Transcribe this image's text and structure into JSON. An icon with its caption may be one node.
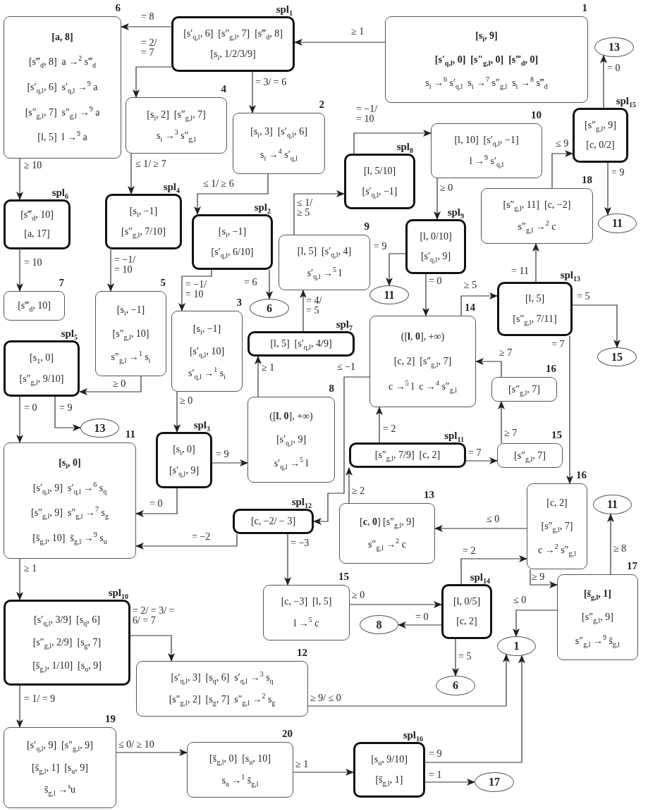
{
  "diagram": {
    "nodes": [
      {
        "text": [
          "6",
          "[a, 8]",
          "[s‴$_{d}$, 8]  a →$^{2}$ s‴$_{d}$",
          "[s′$_{q,l}$, 6]  s′$_{q,l}$ →$^{9}$ a",
          "[s″$_{g,l}$, 7]  s″$_{g,l}$ →$^{9}$ a",
          "[l, 5]  l →$^{9}$ a"
        ]
      },
      {
        "text": [
          "spl$_{1}$",
          "[s′$_{q,l}$, 6]  [s″$_{g,l}$, 7]  [s‴$_{d}$, 8]",
          "[s$_{i}$, 1/2/3/9]"
        ]
      },
      {
        "text": [
          "1",
          "[s$_{i}$, 9]",
          "[s′$_{q,l}$, 0]  [s″$_{g,l}$, 0]  [s‴$_{d}$, 0]",
          "s$_{i}$ →$^{6}$ s′$_{q,l}$  s$_{i}$ →$^{7}$ s″$_{g,l}$  s$_{i}$ →$^{8}$ s‴$_{d}$"
        ]
      },
      {
        "text": [
          "4",
          "[s$_{i}$, 2]  [s″$_{g,l}$, 7]",
          "s$_{i}$ →$^{3}$ s″$_{g,l}$"
        ]
      },
      {
        "text": [
          "2",
          "[s$_{i}$, 3]  [s′$_{q,l}$, 6]",
          "s$_{i}$ →$^{4}$ s′$_{q,l}$"
        ]
      },
      {
        "text": [
          "13"
        ]
      },
      {
        "text": [
          "spl$_{15}$",
          "[s″$_{g,l}$, 9]",
          "[c, 0/2]"
        ]
      },
      {
        "text": [
          "10",
          "[l, 10]  [s′$_{q,l}$, −1]",
          "l →$^{9}$ s′$_{q,l}$"
        ]
      },
      {
        "text": [
          "spl$_{8}$",
          "[l, 5/10]",
          "[s′$_{q,l}$, −1]"
        ]
      },
      {
        "text": [
          "18",
          "[s″$_{g,l}$, 11]  [c, −2]",
          "s″$_{g,l}$ →$^{2}$ c"
        ]
      },
      {
        "text": [
          "11"
        ]
      },
      {
        "text": [
          "spl$_{6}$",
          "[s‴$_{d}$, 10]",
          "[a, 17]"
        ]
      },
      {
        "text": [
          "spl$_{4}$",
          "[s$_{i}$, −1]",
          "[s″$_{g,l}$, 7/10]"
        ]
      },
      {
        "text": [
          "spl$_{2}$",
          "[s$_{i}$, −1]",
          "[s′$_{q,l}$, 6/10]"
        ]
      },
      {
        "text": [
          "9",
          "[l, 5]  [s′$_{q,l}$, 4]",
          "s′$_{q,l}$ →$^{5}$ l"
        ]
      },
      {
        "text": [
          "spl$_{9}$",
          "[l, 0/10]",
          "[s′$_{q,l}$, 9]"
        ]
      },
      {
        "text": [
          "11"
        ]
      },
      {
        "text": [
          "spl$_{13}$",
          "[l, 5]",
          "[s″$_{g,l}$, 7/11]"
        ]
      },
      {
        "text": [
          "15"
        ]
      },
      {
        "text": [
          "7",
          "[s‴$_{d}$, 10]"
        ]
      },
      {
        "text": [
          "5",
          "[s$_{i}$, −1]",
          "[s″$_{g,l}$, 10]",
          "s″$_{g,l}$ →$^{1}$ s$_{i}$"
        ]
      },
      {
        "text": [
          "3",
          "[s$_{i}$, −1]",
          "[s′$_{q,l}$, 10]",
          "s′$_{q,l}$ →$^{1}$ s$_{i}$"
        ]
      },
      {
        "text": [
          "6"
        ]
      },
      {
        "text": [
          "spl$_{7}$",
          "[l, 5]  [s′$_{q,l}$, 4/9]"
        ]
      },
      {
        "text": [
          "14",
          "([**l**, **0**], +∞)",
          "[c, 2]  [s″$_{g,l}$, 7]",
          "c →$^{5}$ l  c →$^{4}$ s″$_{g,l}$"
        ]
      },
      {
        "text": [
          "16",
          "[s″$_{g,l}$, 7]"
        ]
      },
      {
        "text": [
          "spl$_{5}$",
          "[s$_{1}$, 0]",
          "[s″$_{g,l}$, 9/10]"
        ]
      },
      {
        "text": [
          "13"
        ]
      },
      {
        "text": [
          "8",
          "([**l**, **0**], +∞)",
          "[s′$_{q,l}$, 9]",
          "s′$_{q,l}$ →$^{5}$ l"
        ]
      },
      {
        "text": [
          "spl$_{3}$",
          "[s$_{i}$, 0]",
          "[s′$_{q,l}$, 9]"
        ]
      },
      {
        "text": [
          "spl$_{11}$",
          "[s″$_{g,l}$, 7/9]  [c, 2]"
        ]
      },
      {
        "text": [
          "15",
          "[s″$_{g,l}$, 7]"
        ]
      },
      {
        "text": [
          "11",
          "[s$_{i}$, 0]",
          "[s′$_{q,l}$, 9]  s′$_{q,l}$ →$^{6}$ s$_{q}$",
          "[s″$_{g,l}$, 9]  s″$_{g,l}$ →$^{7}$ s$_{g}$",
          "[s̄$_{g,l}$, 10]  s̄$_{g,l}$ →$^{9}$ s$_{u}$"
        ]
      },
      {
        "text": [
          "spl$_{12}$",
          "[c, −2/ − 3]"
        ]
      },
      {
        "text": [
          "13",
          "[**c**, **0**] [s″$_{g,l}$, 9]",
          "s″$_{g,l}$ →$^{2}$ c"
        ]
      },
      {
        "text": [
          "16",
          "[c, 2]",
          "[s″$_{g,l}$, 7]",
          "c →$^{2}$ s″$_{g,l}$"
        ]
      },
      {
        "text": [
          "11"
        ]
      },
      {
        "text": [
          "17",
          "[s̄$_{g,l}$, 1]",
          "[s″$_{g,l}$, 9]",
          "s″$_{g,l}$ →$^{9}$ s̄$_{g,l}$"
        ]
      },
      {
        "text": [
          "spl$_{10}$",
          "[s′$_{q,l}$, 3/9]  [s$_{q}$, 6]",
          "[s″$_{g,l}$, 2/9]  [s$_{g}$, 7]",
          "[s̄$_{g,l}$, 1/10]  [s$_{u}$, 9]"
        ]
      },
      {
        "text": [
          "15",
          "[c, −3]  [l, 5]",
          "l →$^{5}$ c"
        ]
      },
      {
        "text": [
          "spl$_{14}$",
          "[l, 0/5]",
          "[c, 2]"
        ]
      },
      {
        "text": [
          "8"
        ]
      },
      {
        "text": [
          "1"
        ]
      },
      {
        "text": [
          "6"
        ]
      },
      {
        "text": [
          "12",
          "[s′$_{q,l}$, 3]  [s$_{q}$, 6]  s′$_{q,l}$ →$^{3}$ s$_{q}$",
          "[s″$_{g,l}$, 2]  [s$_{g}$, 7]  s″$_{g,l}$ →$^{2}$ s$_{g}$"
        ]
      },
      {
        "text": [
          "19",
          "[s′$_{q,l}$, 9]  [s″$_{g,l}$, 9]",
          "[s̄$_{g,l}$, 1]  [s$_{u}$, 9]",
          "s̄$_{g,l}$ →$^{s}$u"
        ]
      },
      {
        "text": [
          "20",
          "[s̄$_{g,l}$, 0]  [s$_{u}$, 10]",
          "s$_{u}$ →$^{1}$ s̄$_{g,l}$"
        ]
      },
      {
        "text": [
          "spl$_{16}$",
          "[s$_{u}$, 9/10]",
          "[s̄$_{g,l}$, 1]"
        ]
      },
      {
        "text": [
          "17"
        ]
      }
    ],
    "edges": [
      {
        "from": 1,
        "to": 0,
        "arrow": "to",
        "label": "= 8"
      },
      {
        "from": 2,
        "to": 1,
        "arrow": "to",
        "label": "≥ 1"
      },
      {
        "from": 1,
        "to": 3,
        "arrow": "to",
        "label": "= 2/ = 7"
      },
      {
        "from": 1,
        "to": 4,
        "arrow": "to",
        "label": "= 3/ = 6"
      },
      {
        "from": 0,
        "to": 11,
        "arrow": "to",
        "label": "≥ 10"
      },
      {
        "from": 3,
        "to": 12,
        "arrow": "to",
        "label": "≤ 1/ ≥ 7"
      },
      {
        "from": 4,
        "to": 13,
        "arrow": "to",
        "label": "≤ 1/ ≥ 6"
      },
      {
        "from": 14,
        "to": 8,
        "arrow": "to",
        "label": "≤ 1/ ≥ 5"
      },
      {
        "from": 8,
        "to": 7,
        "arrow": "to",
        "label": "= −1/ = 10"
      },
      {
        "from": 7,
        "to": 15,
        "arrow": "to",
        "label": "≥ 0"
      },
      {
        "from": 15,
        "to": 16,
        "arrow": "to",
        "label": "= 9"
      },
      {
        "from": 15,
        "to": 24,
        "arrow": "to",
        "label": "= 0"
      },
      {
        "from": 9,
        "to": 6,
        "arrow": "to",
        "label": "≤ 9"
      },
      {
        "from": 6,
        "to": 5,
        "arrow": "to",
        "label": "= 0"
      },
      {
        "from": 6,
        "to": 10,
        "arrow": "to",
        "label": "= 9"
      },
      {
        "from": 17,
        "to": 9,
        "arrow": "to",
        "label": "= 11"
      },
      {
        "from": 24,
        "to": 17,
        "arrow": "to",
        "label": "≥ 5"
      },
      {
        "from": 17,
        "to": 18,
        "arrow": "to",
        "label": "= 5"
      },
      {
        "from": 17,
        "to": 35,
        "arrow": "to",
        "label": "= 7"
      },
      {
        "from": 11,
        "to": 19,
        "arrow": "to",
        "label": "= 10"
      },
      {
        "from": 12,
        "to": 20,
        "arrow": "to",
        "label": "= −1/ = 10"
      },
      {
        "from": 13,
        "to": 21,
        "arrow": "to",
        "label": "= −1/ = 10"
      },
      {
        "from": 13,
        "to": 22,
        "arrow": "to",
        "label": "= 6"
      },
      {
        "from": 23,
        "to": 14,
        "arrow": "to",
        "label": "= 4/ = 5"
      },
      {
        "from": 20,
        "to": 26,
        "arrow": "to",
        "label": "≥ 0"
      },
      {
        "from": 21,
        "to": 29,
        "arrow": "to",
        "label": "≥ 0"
      },
      {
        "from": 28,
        "to": 23,
        "arrow": "to",
        "label": "≥ 1"
      },
      {
        "from": 26,
        "to": 32,
        "arrow": "to",
        "label": "= 0"
      },
      {
        "from": 26,
        "to": 27,
        "arrow": "to",
        "label": "= 9"
      },
      {
        "from": 29,
        "to": 28,
        "arrow": "to",
        "label": "= 9"
      },
      {
        "from": 29,
        "to": 32,
        "arrow": "to",
        "label": "= 0"
      },
      {
        "from": 24,
        "to": 33,
        "arrow": "to",
        "label": "≤ −1"
      },
      {
        "from": 30,
        "to": 24,
        "arrow": "to",
        "label": "= 2"
      },
      {
        "from": 30,
        "to": 31,
        "arrow": "to",
        "label": "= 7"
      },
      {
        "from": 31,
        "to": 25,
        "arrow": "to",
        "label": "≥ 7"
      },
      {
        "from": 25,
        "to": 24,
        "arrow": "to",
        "label": "≥ 7"
      },
      {
        "from": 34,
        "to": 30,
        "arrow": "to",
        "label": "≥ 2"
      },
      {
        "from": 33,
        "to": 32,
        "arrow": "to",
        "label": "= −2"
      },
      {
        "from": 33,
        "to": 39,
        "arrow": "to",
        "label": "= −3"
      },
      {
        "from": 35,
        "to": 34,
        "arrow": "to",
        "label": "≤ 0"
      },
      {
        "from": 37,
        "to": 36,
        "arrow": "to",
        "label": "≥ 8"
      },
      {
        "from": 40,
        "to": 35,
        "arrow": "to",
        "label": "= 2"
      },
      {
        "from": 35,
        "to": 37,
        "arrow": "to",
        "label": "≥ 9"
      },
      {
        "from": 37,
        "to": 42,
        "arrow": "to",
        "label": "≤ 0"
      },
      {
        "from": 39,
        "to": 40,
        "arrow": "to",
        "label": "≥ 0"
      },
      {
        "from": 40,
        "to": 41,
        "arrow": "to",
        "label": "= 0"
      },
      {
        "from": 40,
        "to": 43,
        "arrow": "to",
        "label": "= 5"
      },
      {
        "from": 32,
        "to": 38,
        "arrow": "to",
        "label": "≥ 1"
      },
      {
        "from": 38,
        "to": 44,
        "arrow": "to",
        "label": "= 2/ = 3/ = 6/ = 7"
      },
      {
        "from": 38,
        "to": 45,
        "arrow": "to",
        "label": "= 1/ = 9"
      },
      {
        "from": 44,
        "to": 42,
        "arrow": "to",
        "label": "≥ 9/ ≤ 0"
      },
      {
        "from": 45,
        "to": 46,
        "arrow": "to",
        "label": "≤ 0/ ≥ 10"
      },
      {
        "from": 46,
        "to": 47,
        "arrow": "to",
        "label": "≥ 1"
      },
      {
        "from": 47,
        "to": 42,
        "arrow": "to",
        "label": "= 9"
      },
      {
        "from": 47,
        "to": 48,
        "arrow": "to",
        "label": "= 1"
      }
    ]
  }
}
